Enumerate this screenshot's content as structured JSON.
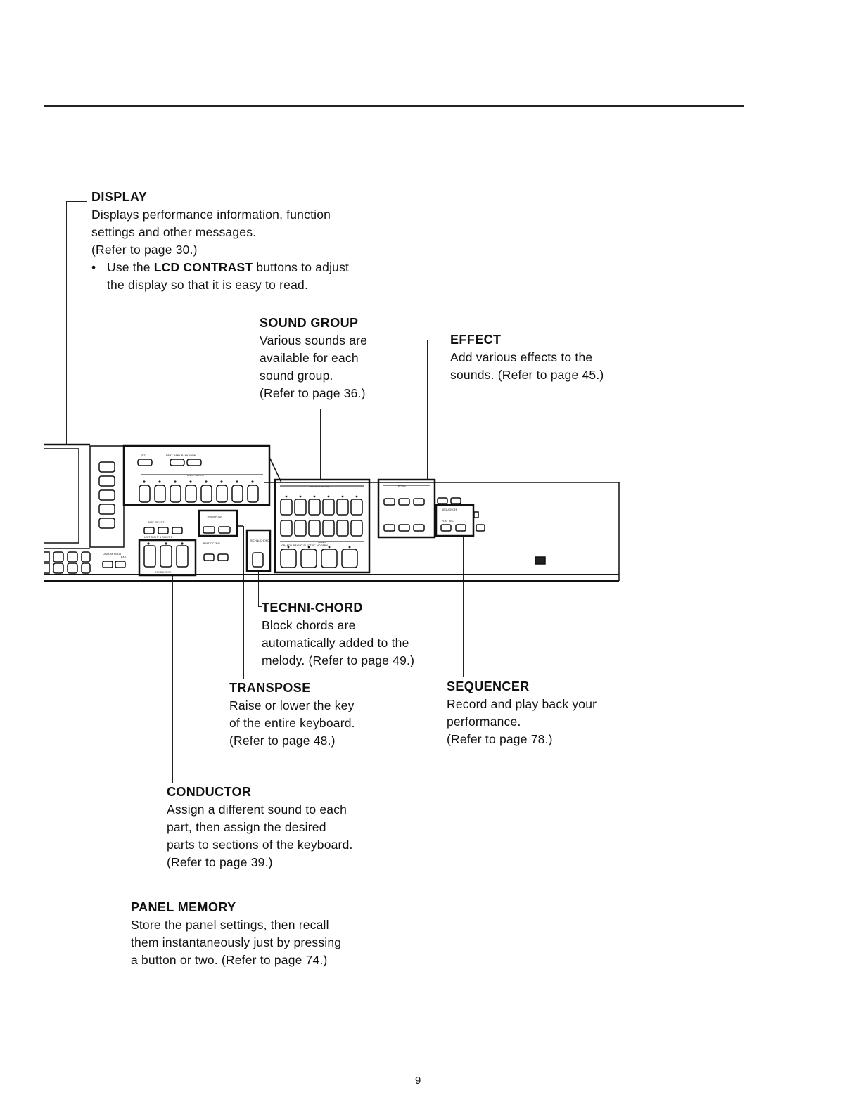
{
  "page": {
    "number": "9"
  },
  "display": {
    "title": "DISPLAY",
    "lines": [
      "Displays performance information, function",
      "settings and other messages.",
      "(Refer to page 30.)"
    ],
    "bullet_pre": "Use the ",
    "bullet_bold": "LCD CONTRAST",
    "bullet_post": " buttons to adjust",
    "bullet_cont": "the display so that it is easy to read."
  },
  "sound_group": {
    "title": "SOUND GROUP",
    "lines": [
      "Various sounds are",
      "available for each",
      "sound group.",
      "(Refer to page 36.)"
    ]
  },
  "effect": {
    "title": "EFFECT",
    "lines": [
      "Add various effects to the",
      "sounds. (Refer to page 45.)"
    ]
  },
  "techni_chord": {
    "title": "TECHNI-CHORD",
    "lines": [
      "Block chords are",
      "automatically added to the",
      "melody. (Refer to page 49.)"
    ]
  },
  "transpose": {
    "title": "TRANSPOSE",
    "lines": [
      "Raise or lower the key",
      "of the entire keyboard.",
      "(Refer to page 48.)"
    ]
  },
  "sequencer": {
    "title": "SEQUENCER",
    "lines": [
      "Record and play back your",
      "performance.",
      "(Refer to page 78.)"
    ]
  },
  "conductor": {
    "title": "CONDUCTOR",
    "lines": [
      "Assign a different sound to each",
      "part, then assign the desired",
      "parts to sections of the keyboard.",
      "(Refer to page 39.)"
    ]
  },
  "panel_memory": {
    "title": "PANEL MEMORY",
    "lines": [
      "Store the panel settings, then recall",
      "them instantaneously just by pressing",
      "a button or two. (Refer to page 74.)"
    ]
  },
  "panel_labels": {
    "set": "SET",
    "next_bank": "NEXT BANK BANK VIEW",
    "panel_memory": "PANEL MEMORY",
    "part_select": "PART SELECT",
    "transpose": "TRANSPOSE",
    "part_octave": "PART OCTAVE",
    "left_right": "LEFT  RIGHT 1  RIGHT 2",
    "conductor": "CONDUCTOR",
    "techni_chord": "TECHNI-CHORD",
    "sound_group": "SOUND GROUP",
    "piano": "PIANO",
    "piano_row": "GRAND   UPRIGHT  ELECTRIC  MODERN",
    "effect": "EFFECT",
    "sequencer": "SEQUENCER",
    "play_rec": "PLAY  REC",
    "display_hold": "DISPLAY HOLD",
    "exit": "EXIT"
  }
}
